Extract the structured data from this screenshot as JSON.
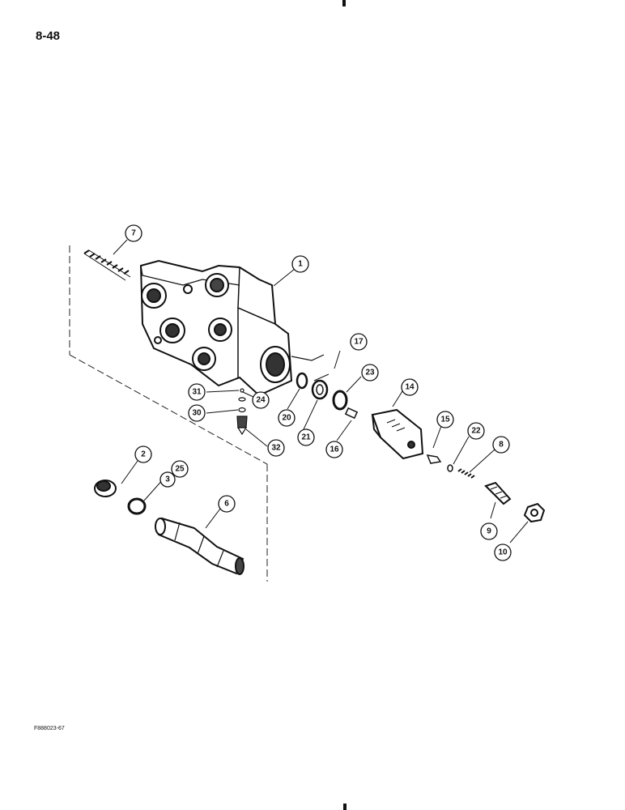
{
  "page": {
    "number": "8-48",
    "figure_code": "F888023-67"
  },
  "callouts": [
    {
      "id": "c1",
      "label": "1"
    },
    {
      "id": "c2",
      "label": "2"
    },
    {
      "id": "c3",
      "label": "3"
    },
    {
      "id": "c25",
      "label": "25"
    },
    {
      "id": "c6",
      "label": "6"
    },
    {
      "id": "c7",
      "label": "7"
    },
    {
      "id": "c8",
      "label": "8"
    },
    {
      "id": "c9",
      "label": "9"
    },
    {
      "id": "c10",
      "label": "10"
    },
    {
      "id": "c14",
      "label": "14"
    },
    {
      "id": "c15",
      "label": "15"
    },
    {
      "id": "c16",
      "label": "16"
    },
    {
      "id": "c17",
      "label": "17"
    },
    {
      "id": "c20",
      "label": "20"
    },
    {
      "id": "c21",
      "label": "21"
    },
    {
      "id": "c22",
      "label": "22"
    },
    {
      "id": "c23",
      "label": "23"
    },
    {
      "id": "c24",
      "label": "24"
    },
    {
      "id": "c30",
      "label": "30"
    },
    {
      "id": "c31",
      "label": "31"
    },
    {
      "id": "c32",
      "label": "32"
    }
  ]
}
